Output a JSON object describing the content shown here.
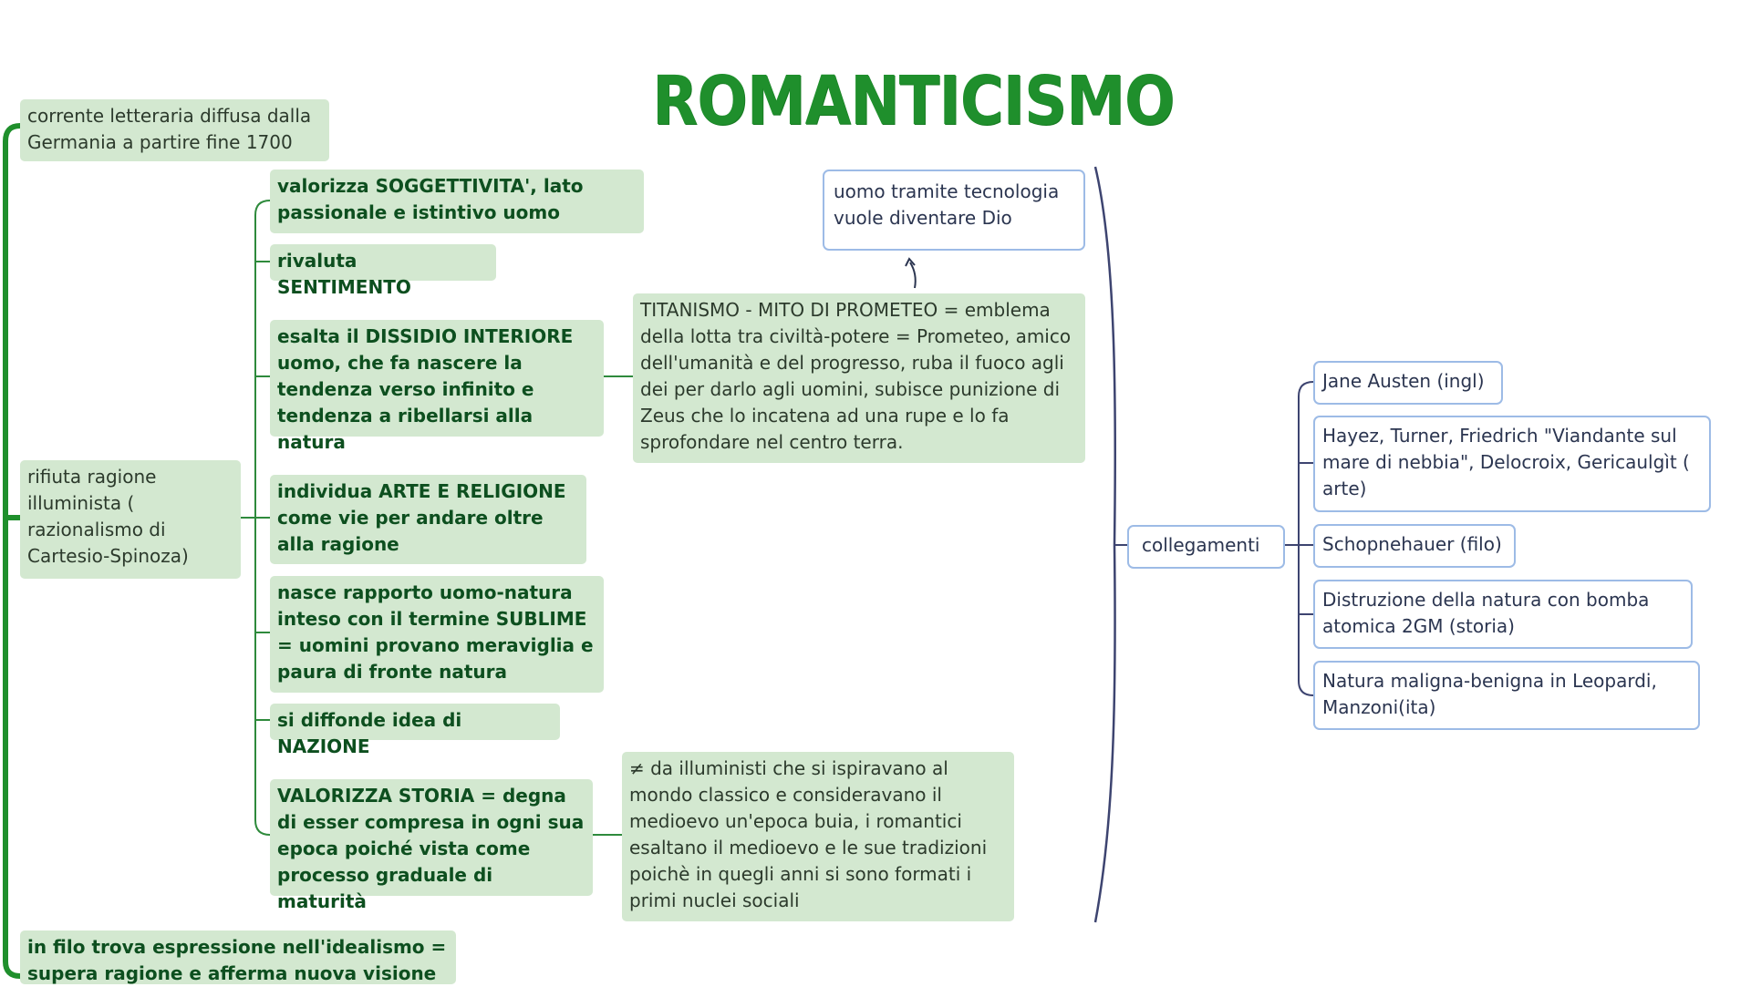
{
  "title": "ROMANTICISMO",
  "left_nodes": {
    "origin": "corrente letteraria diffusa dalla Germania a partire fine 1700",
    "rejects_reason": "rifiuta ragione illuminista ( razionalismo di Cartesio-Spinoza)",
    "philosophy": "in filo trova espressione nell'idealismo = supera ragione e afferma nuova visione"
  },
  "branches": [
    "valorizza SOGGETTIVITA', lato passionale e istintivo uomo",
    "rivaluta SENTIMENTO",
    "esalta il DISSIDIO INTERIORE uomo, che fa nascere la tendenza verso infinito e tendenza a ribellarsi alla natura",
    "individua ARTE E RELIGIONE come vie per andare oltre alla ragione",
    "nasce rapporto uomo-natura inteso con il termine SUBLIME = uomini provano meraviglia e paura di fronte natura",
    "si diffonde idea di NAZIONE",
    "VALORIZZA STORIA = degna di esser compresa in ogni sua epoca poiché vista come processo graduale di maturità"
  ],
  "titanism": "TITANISMO - MITO DI PROMETEO = emblema della lotta tra civiltà-potere = Prometeo, amico dell'umanità e del progresso, ruba il fuoco agli dei per darlo agli uomini, subisce punizione di Zeus che lo incatena ad una rupe e lo fa sprofondare nel centro terra.",
  "technology_note": "uomo tramite tecnologia vuole diventare Dio",
  "history_note": "≠ da illuministi che si ispiravano al mondo classico e consideravano il medioevo un'epoca buia, i romantici esaltano il medioevo e le sue tradizioni poichè in quegli anni si sono formati i primi nuclei sociali",
  "connections": {
    "label": "collegamenti",
    "items": [
      "Jane Austen (ingl)",
      "Hayez, Turner, Friedrich \"Viandante sul mare di nebbia\", Delocroix, Gericaulgìt ( arte)",
      "Schopnehauer (filo)",
      "Distruzione della natura con bomba atomica 2GM (storia)",
      "Natura maligna-benigna in Leopardi, Manzoni(ita)"
    ]
  },
  "colors": {
    "title_green": "#1f8f2c",
    "green_line": "#1f8f2c",
    "node_green": "#d3e8d0",
    "blue_border": "#9dbbe6",
    "navy_line": "#3d4470"
  }
}
